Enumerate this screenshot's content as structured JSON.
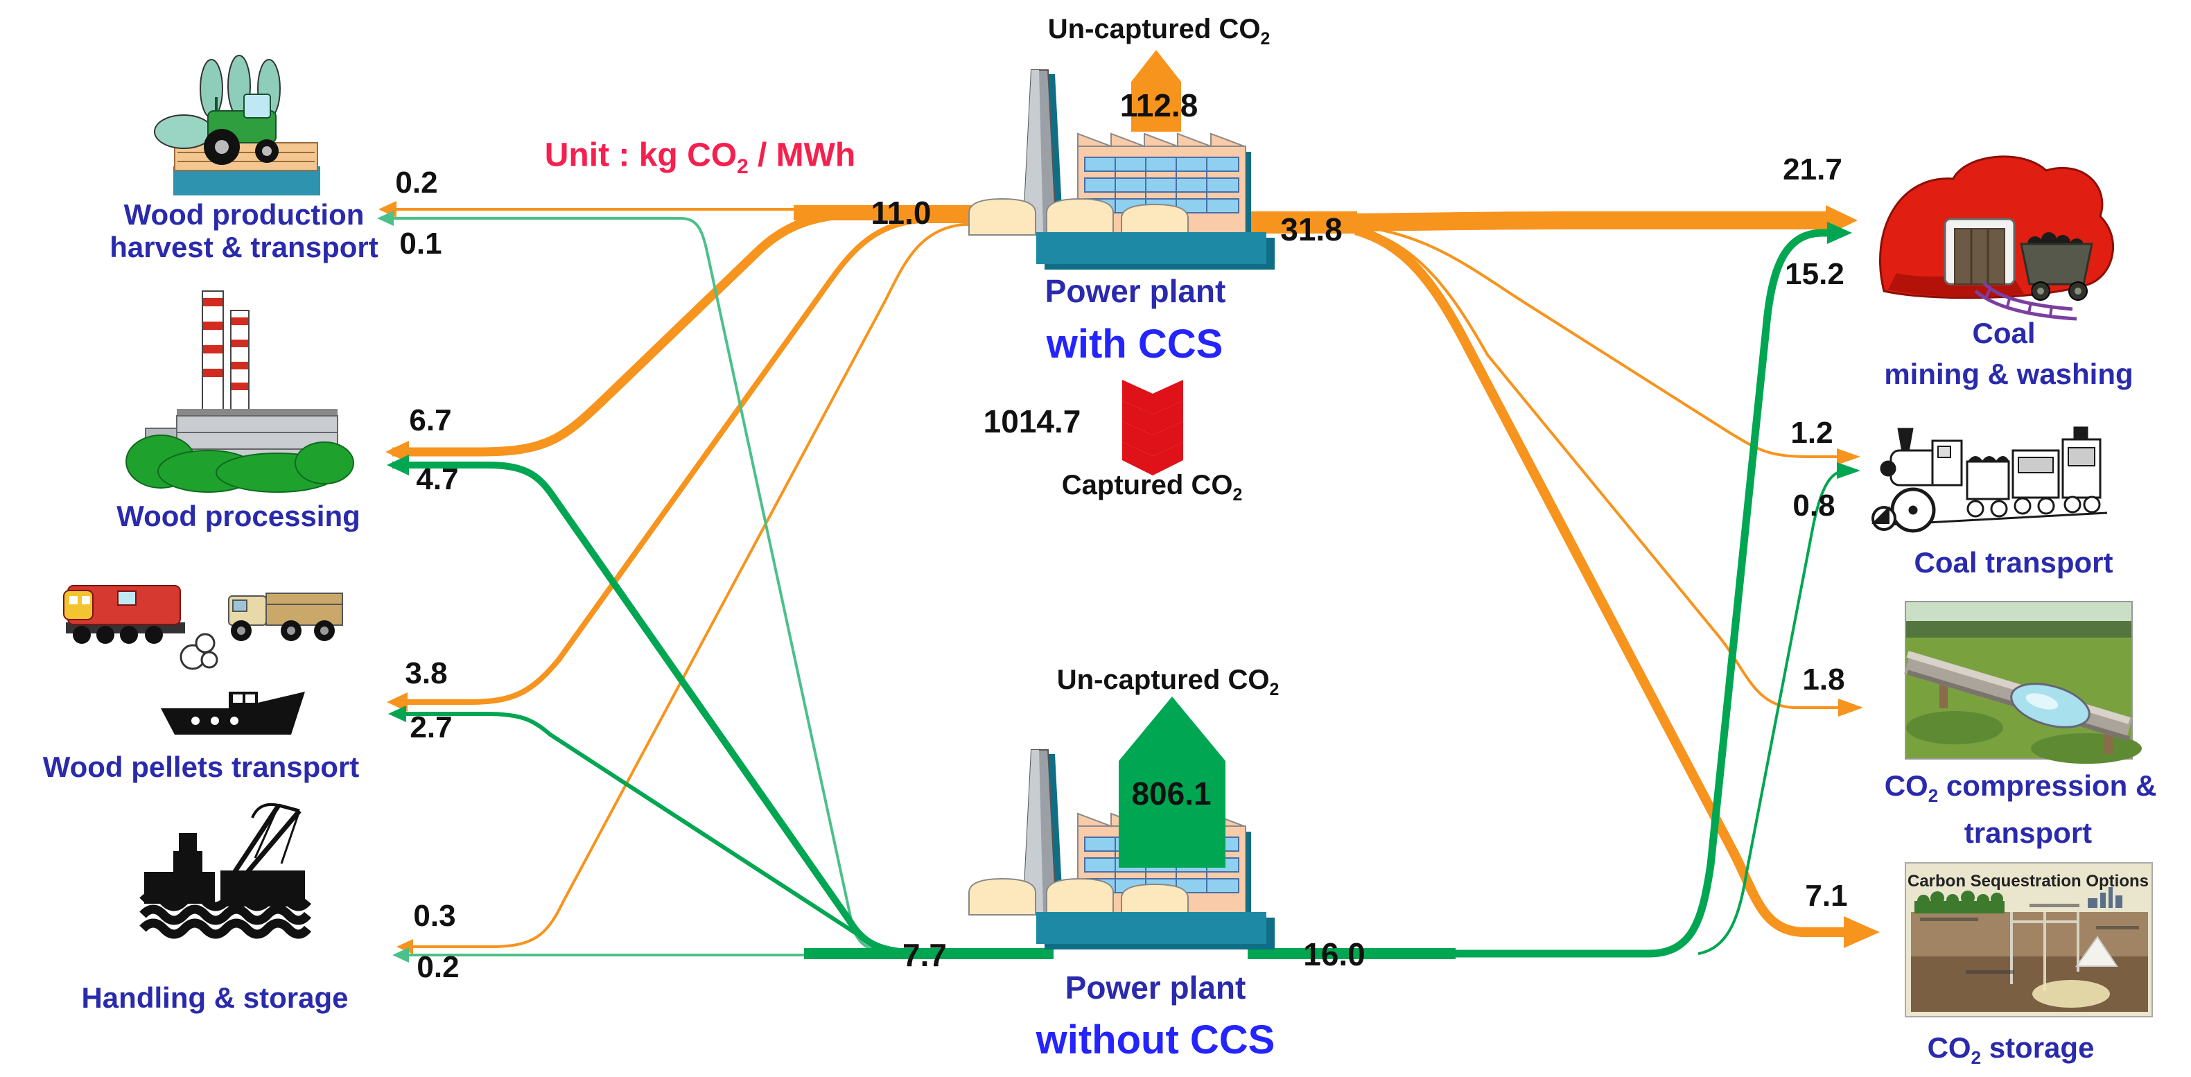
{
  "unit": {
    "pre": "Unit : kg CO",
    "sub": "2",
    "post": " / MWh"
  },
  "left_items": [
    {
      "label1": "Wood production",
      "label2": "harvest & transport",
      "ccs": "0.2",
      "no_ccs": "0.1"
    },
    {
      "label1": "Wood processing",
      "ccs": "6.7",
      "no_ccs": "4.7"
    },
    {
      "label1": "Wood pellets transport",
      "ccs": "3.8",
      "no_ccs": "2.7"
    },
    {
      "label1": "Handling & storage",
      "ccs": "0.3",
      "no_ccs": "0.2"
    }
  ],
  "plants": {
    "with_ccs": {
      "uncaptured_label": {
        "pre": "Un-captured CO",
        "sub": "2"
      },
      "uncaptured_value": "112.8",
      "input": "11.0",
      "output": "31.8",
      "name": "Power plant",
      "type": "with CCS"
    },
    "captured": {
      "value": "1014.7",
      "label": {
        "pre": "Captured CO",
        "sub": "2"
      }
    },
    "without_ccs": {
      "uncaptured_label": {
        "pre": "Un-captured CO",
        "sub": "2"
      },
      "uncaptured_value": "806.1",
      "input": "7.7",
      "output": "16.0",
      "name": "Power plant",
      "type": "without CCS"
    }
  },
  "right_items": [
    {
      "label1": "Coal",
      "label2": "mining & washing",
      "ccs": "21.7",
      "no_ccs": "15.2"
    },
    {
      "label1": "Coal transport",
      "ccs": "1.2",
      "no_ccs": "0.8"
    },
    {
      "label": {
        "pre": "CO",
        "sub": "2",
        "post": " compression &"
      },
      "label2": "transport",
      "ccs": "1.8"
    },
    {
      "label": {
        "pre": "CO",
        "sub": "2",
        "post": " storage"
      },
      "ccs": "7.1",
      "image_title": "Carbon Sequestration Options"
    }
  ],
  "colors": {
    "ccs_flow": "#F7941D",
    "no_ccs_flow": "#00A651",
    "no_ccs_flow_light": "#4CC08A",
    "unit_text": "#F5204E",
    "item_label": "#2A2AAC",
    "ccs_highlight": "#2424FF",
    "captured_chevron": "#DF1119",
    "value_text": "#111111"
  }
}
